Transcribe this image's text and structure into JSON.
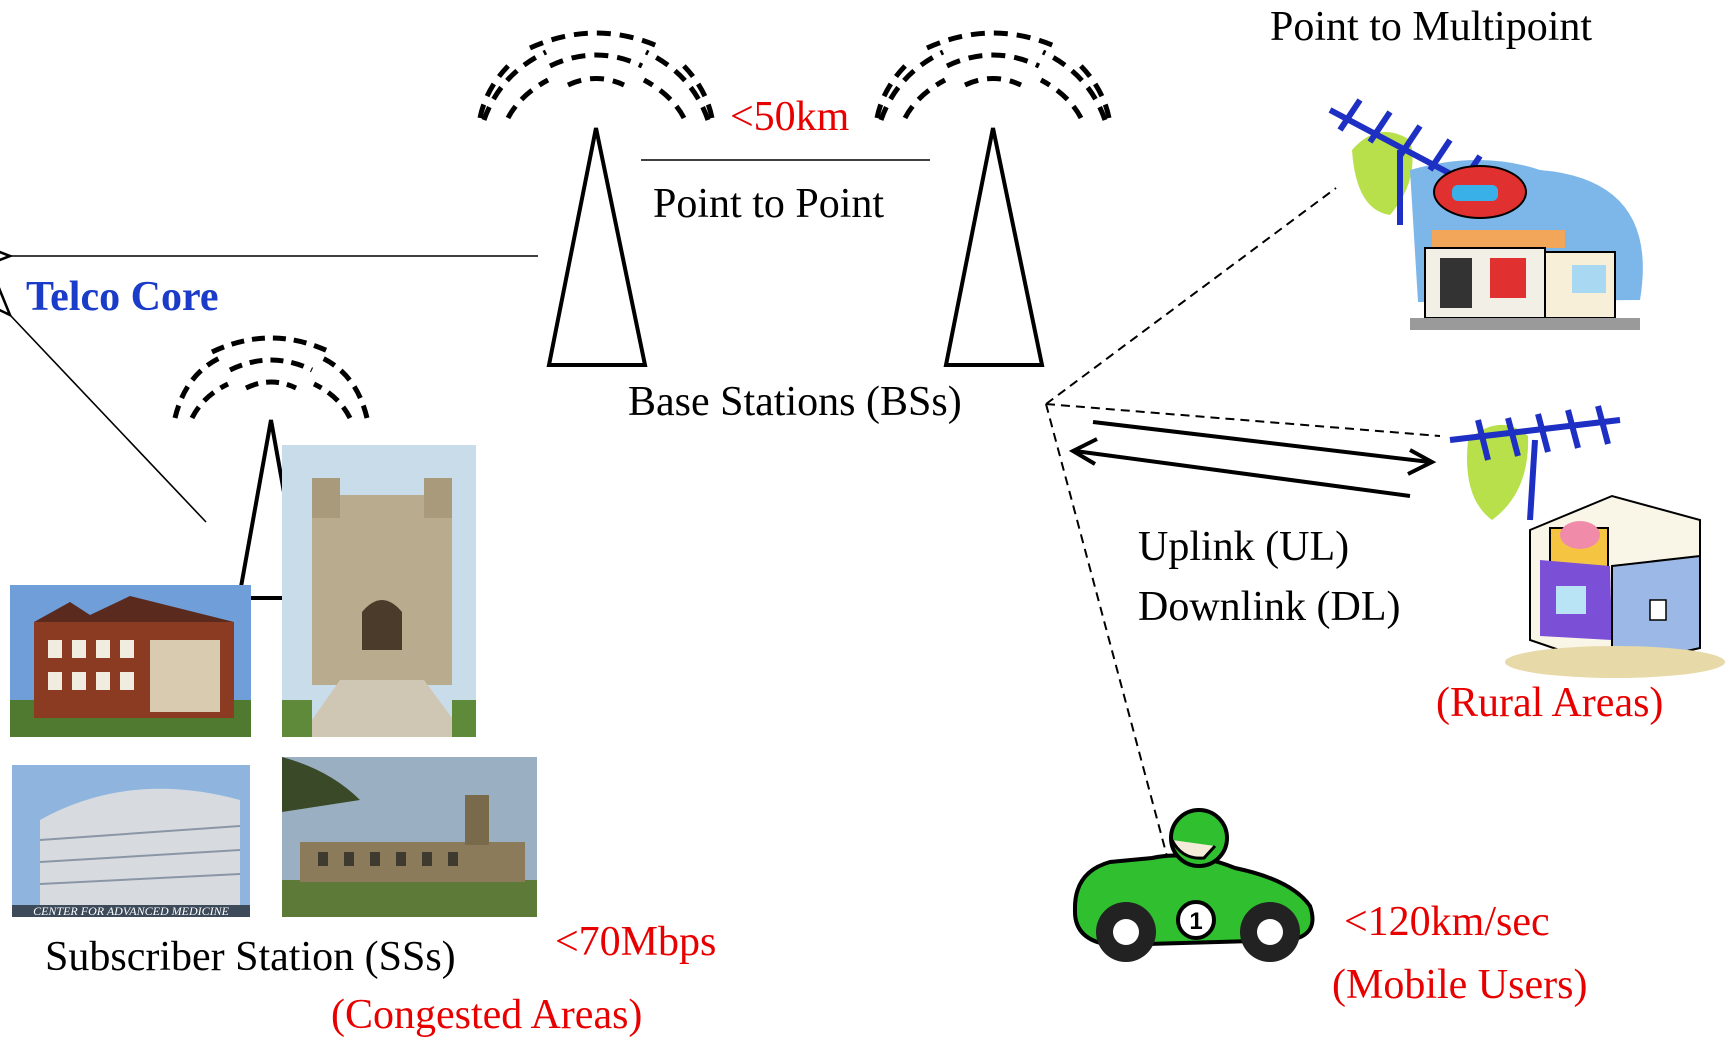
{
  "labels": {
    "telco_core": "Telco Core",
    "point_to_point": "Point to Point",
    "distance": "<50km",
    "base_stations": "Base Stations (BSs)",
    "point_to_multipoint": "Point to Multipoint",
    "uplink": "Uplink (UL)",
    "downlink": "Downlink (DL)",
    "rural_areas": "(Rural Areas)",
    "subscriber_station": "Subscriber Station (SSs)",
    "bandwidth": "<70Mbps",
    "congested_areas": "(Congested Areas)",
    "speed": "<120km/sec",
    "mobile_users": "(Mobile Users)"
  },
  "pictures": {
    "campus_photo_label": "CENTER FOR ADVANCED MEDICINE",
    "car_number": "1"
  },
  "colors": {
    "highlight": "#e80000",
    "telco": "#1a3cc8",
    "car": "#2fbf2f"
  }
}
